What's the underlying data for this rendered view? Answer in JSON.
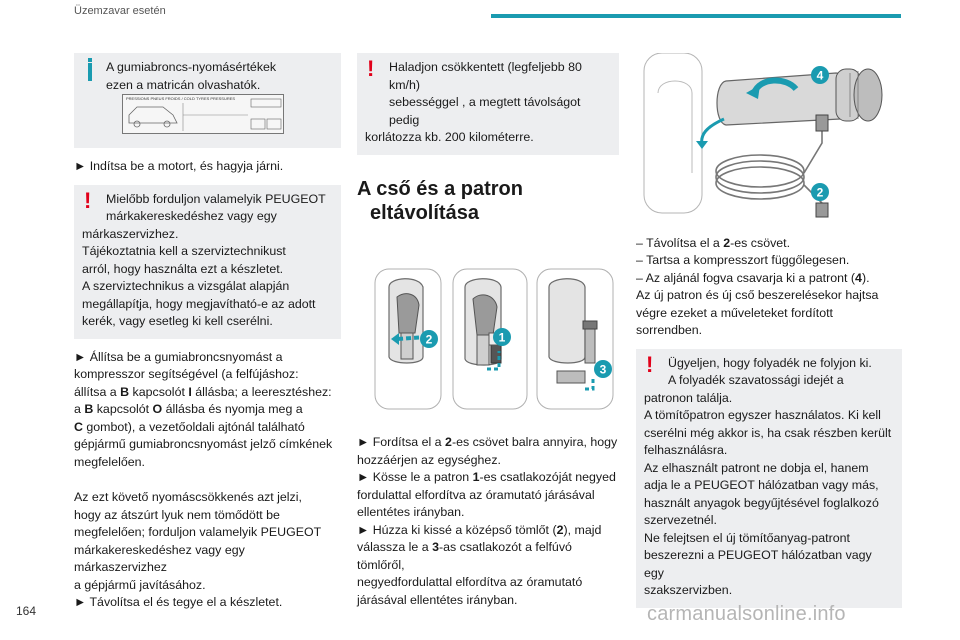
{
  "header": {
    "title": "Üzemzavar esetén"
  },
  "col1": {
    "info_note": "A gumiabroncs-nyomásértékek ezen a matricán olvashatók.",
    "plate_text": "PRESSIONS PNEUS FROIDS / COLD TYRES PRESSURES",
    "step_start": "► Indítsa be a motort, és hagyja járni.",
    "warning_lines": [
      "Mielőbb forduljon valamelyik PEUGEOT",
      "márkakereskedéshez vagy egy",
      "márkaszervizhez.",
      "Tájékoztatnia kell a szerviztechnikust",
      "arról, hogy használta ezt a készletet.",
      "A szerviztechnikus a vizsgálat alapján",
      "megállapítja, hogy megjavítható-e az adott",
      "kerék, vagy esetleg ki kell cserélni."
    ],
    "adjust_lines": [
      "► Állítsa be a gumiabroncsnyomást a",
      "kompresszor segítségével (a felfújáshoz:",
      "állítsa a B kapcsolót I állásba; a leeresztéshez:",
      "a B kapcsolót O állásba és nyomja meg a",
      "C gombot), a vezetőoldali ajtónál található",
      "gépjármű gumiabroncsnyomást jelző címkének",
      "megfelelően."
    ],
    "warn2_lines": [
      "Az ezt követő nyomáscsökkenés azt jelzi,",
      "hogy az átszúrt lyuk nem tömődött be",
      "megfelelően; forduljon valamelyik PEUGEOT",
      "márkakereskedéshez vagy egy márkaszervizhez",
      "a gépjármű javításához.",
      "► Távolítsa el és tegye el a készletet."
    ]
  },
  "col2": {
    "speed_warning_lines": [
      "Haladjon csökkentett (legfeljebb 80 km/h)",
      "sebességgel , a megtett távolságot pedig",
      "korlátozza kb. 200 kilométerre."
    ],
    "section_title_l1": "A cső és a patron",
    "section_title_l2": "eltávolítása",
    "steps": [
      "► Fordítsa el a 2-es csövet balra annyira, hogy",
      "hozzáérjen az egységhez.",
      "► Kösse le a patron 1-es csatlakozóját negyed",
      "fordulattal elfordítva az óramutató járásával",
      "ellentétes irányban.",
      "► Húzza ki kissé a középső tömlőt (2), majd",
      "válassza le a 3-as csatlakozót a felfúvó tömlőről,",
      "negyedfordulattal elfordítva az óramutató",
      "járásával ellentétes irányban."
    ],
    "callouts": [
      "2",
      "1",
      "3"
    ]
  },
  "col3": {
    "callouts": [
      "4",
      "2"
    ],
    "steps": [
      "– Távolítsa el a 2-es csövet.",
      "– Tartsa a kompresszort függőlegesen.",
      "– Az aljánál fogva csavarja ki a patront (4).",
      "Az új patron és új cső beszerelésekor hajtsa",
      "végre ezeket a műveleteket fordított sorrendben."
    ],
    "warning_lines": [
      "Ügyeljen, hogy folyadék ne folyjon ki.",
      "A folyadék szavatossági idejét a",
      "patronon találja.",
      "A tömítőpatron egyszer használatos. Ki kell",
      "cserélni még akkor is, ha csak részben került",
      "felhasználásra.",
      "Az elhasznált patront ne dobja el, hanem",
      "adja le a PEUGEOT hálózatban vagy más,",
      "használt anyagok begyűjtésével foglalkozó",
      "szervezetnél.",
      "Ne felejtsen el új tömítőanyag-patront",
      "beszerezni a PEUGEOT hálózatban vagy egy",
      "szakszervizben."
    ]
  },
  "footer": {
    "page_number": "164",
    "watermark": "carmanualsonline.info"
  },
  "colors": {
    "accent": "#1a9bb0",
    "warning": "#e1001a",
    "box_bg": "#edeef0"
  }
}
